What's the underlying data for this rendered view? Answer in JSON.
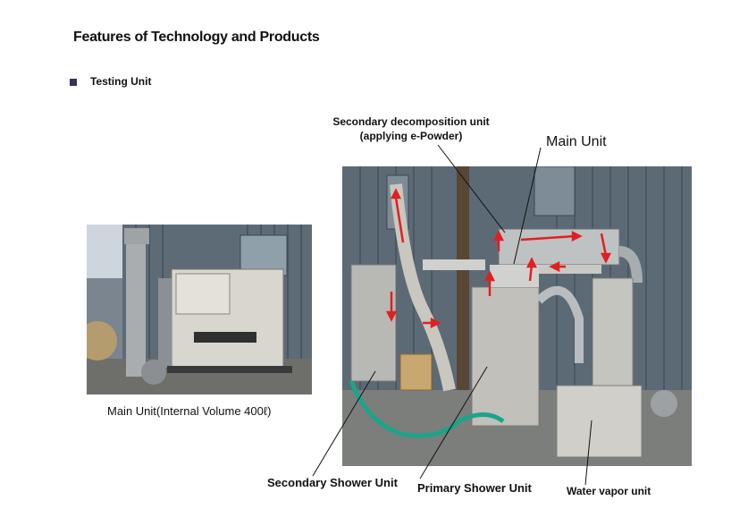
{
  "page": {
    "title": "Features of Technology and Products",
    "section": "Testing Unit"
  },
  "left_photo": {
    "caption": "Main Unit(Internal Volume 400ℓ)"
  },
  "right_photo": {
    "labels": {
      "secondary_decomposition_line1": "Secondary  decomposition unit",
      "secondary_decomposition_line2": "(applying e-Powder)",
      "main_unit": "Main Unit",
      "secondary_shower": "Secondary Shower Unit",
      "primary_shower": "Primary Shower Unit",
      "water_vapor": "Water vapor unit"
    }
  },
  "colors": {
    "bullet": "#3b2f55",
    "flow_arrow": "#e02020",
    "hose": "#1aa58a"
  }
}
